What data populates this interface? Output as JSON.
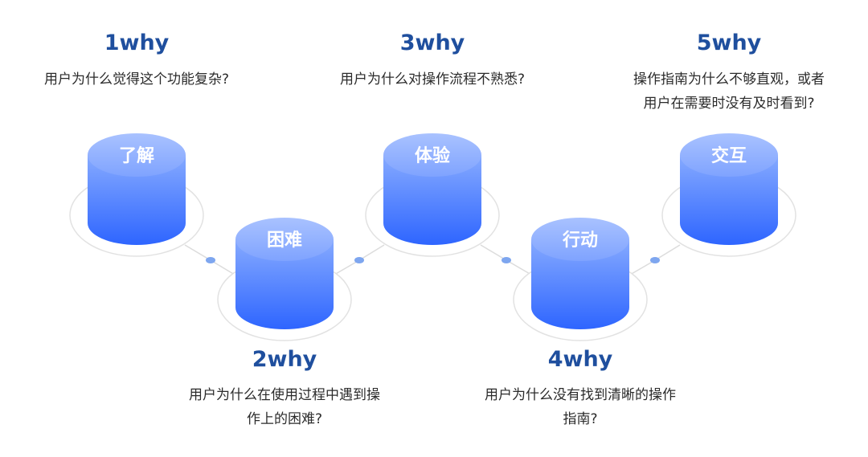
{
  "colors": {
    "cylinder_top": "#8fb1ff",
    "cylinder_body_light": "#7ea3ff",
    "cylinder_body_dark": "#2f66ff",
    "title": "#1f4f9e",
    "ring": "#e2e2e2",
    "dot": "#7ea6ef",
    "line": "#dcdcdc"
  },
  "steps": [
    {
      "key": "s1",
      "title": "1why",
      "stage": "了解",
      "question_lines": [
        "用户为什么觉得这个功能复杂?"
      ]
    },
    {
      "key": "s2",
      "title": "2why",
      "stage": "困难",
      "question_lines": [
        "用户为什么在使用过程中遇到操",
        "作上的困难?"
      ]
    },
    {
      "key": "s3",
      "title": "3why",
      "stage": "体验",
      "question_lines": [
        "用户为什么对操作流程不熟悉?"
      ]
    },
    {
      "key": "s4",
      "title": "4why",
      "stage": "行动",
      "question_lines": [
        "用户为什么没有找到清晰的操作",
        "指南?"
      ]
    },
    {
      "key": "s5",
      "title": "5why",
      "stage": "交互",
      "question_lines": [
        "操作指南为什么不够直观，或者",
        "用户在需要时没有及时看到?"
      ]
    }
  ]
}
